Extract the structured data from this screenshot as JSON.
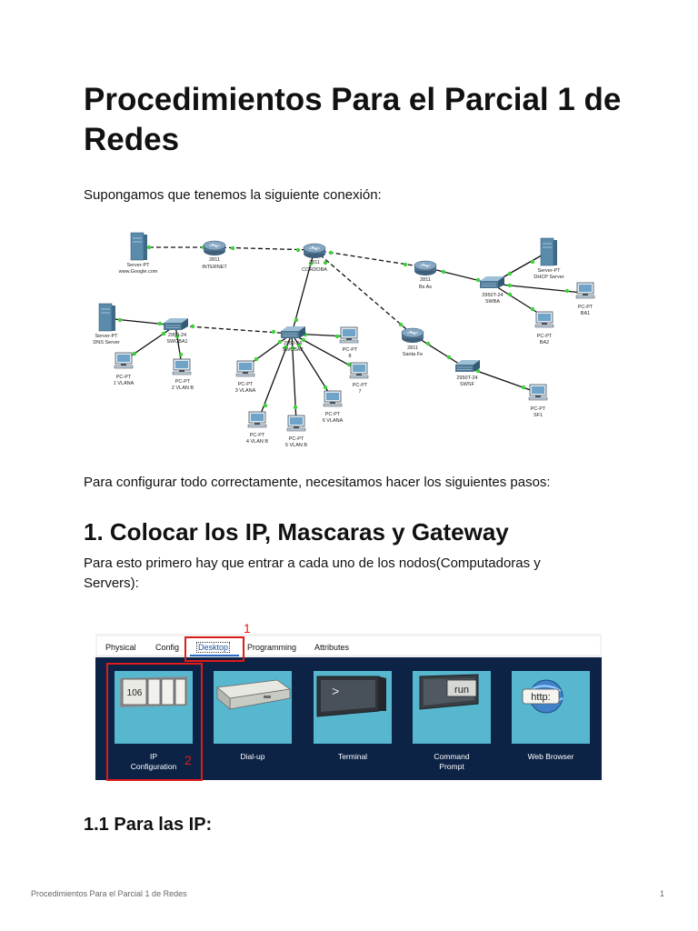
{
  "document": {
    "title": "Procedimientos Para el Parcial 1 de Redes",
    "intro": "Supongamos que tenemos la siguiente conexión:",
    "steps_intro": "Para configurar todo correctamente, necesitamos hacer los siguientes pasos:",
    "section1_heading": "1. Colocar los IP, Mascaras y Gateway",
    "section1_text": "Para esto primero hay que entrar a cada uno de los nodos(Computadoras y Servers):",
    "subsection_heading": "1.1 Para las IP:"
  },
  "diagram": {
    "server_google": [
      "Server-PT",
      "www.Google.com"
    ],
    "router_internet": [
      "2811",
      "INTERNET"
    ],
    "router_cordoba": [
      "2811",
      "CORDOBA"
    ],
    "router_bsas": [
      "2811",
      "Bs As"
    ],
    "switch_swba": [
      "2950T-24",
      "SWBA"
    ],
    "server_dhcp": [
      "Server-PT",
      "DHCP Server"
    ],
    "pc_ba1": [
      "PC-PT",
      "BA1"
    ],
    "pc_ba2": [
      "PC-PT",
      "BA2"
    ],
    "router_santafe": [
      "2811",
      "Santa Fe"
    ],
    "switch_swsf": [
      "2950T-24",
      "SWSF"
    ],
    "pc_sf1": [
      "PC-PT",
      "SF1"
    ],
    "server_dns": [
      "Server-PT",
      "DNS Server"
    ],
    "switch_swcba1": [
      "2950-24",
      "SWCBA1"
    ],
    "switch_swcba2": [
      "2950-24",
      "SWCBA2"
    ],
    "pc_1": [
      "PC-PT",
      "1 VLANA"
    ],
    "pc_2": [
      "PC-PT",
      "2 VLAN B"
    ],
    "pc_3": [
      "PC-PT",
      "3 VLANA"
    ],
    "pc_4": [
      "PC-PT",
      "4 VLAN B"
    ],
    "pc_5": [
      "PC-PT",
      "5 VLAN B"
    ],
    "pc_6": [
      "PC-PT",
      "6 VLANA"
    ],
    "pc_7": [
      "PC-PT",
      "7"
    ],
    "pc_8": [
      "PC-PT",
      "8"
    ]
  },
  "pt_window": {
    "tabs": [
      "Physical",
      "Config",
      "Desktop",
      "Programming",
      "Attributes"
    ],
    "active_tab": "Desktop",
    "apps": [
      {
        "label": "IP\nConfiguration",
        "icon": "ip-config-icon"
      },
      {
        "label": "Dial-up",
        "icon": "dialup-icon"
      },
      {
        "label": "Terminal",
        "icon": "terminal-icon"
      },
      {
        "label": "Command\nPrompt",
        "icon": "command-prompt-icon"
      },
      {
        "label": "Web Browser",
        "icon": "web-browser-icon"
      }
    ],
    "ip_icon_text": "106",
    "terminal_prompt": ">",
    "cmd_text": "run",
    "browser_text": "http:",
    "annotation_1": "1",
    "annotation_2": "2",
    "colors": {
      "panel": "#0c2346",
      "tile": "#56b7cf",
      "annotation": "#e01b1b"
    }
  },
  "footer": {
    "left": "Procedimientos Para el Parcial 1 de Redes",
    "page": "1"
  }
}
